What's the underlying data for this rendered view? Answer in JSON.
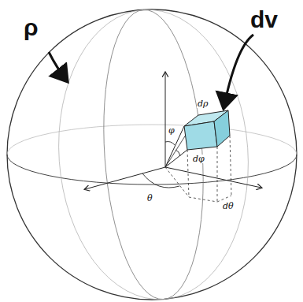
{
  "diagram": {
    "labels": [
      "ρ",
      "dv",
      "dρ",
      "φ",
      "dφ",
      "θ",
      "dθ"
    ]
  }
}
